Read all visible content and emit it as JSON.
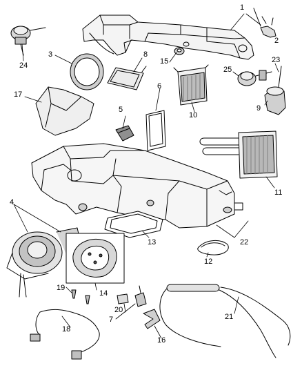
{
  "diagram": {
    "callouts": [
      "1",
      "2",
      "3",
      "4",
      "5",
      "6",
      "7",
      "8",
      "9",
      "10",
      "11",
      "12",
      "13",
      "14",
      "15",
      "16",
      "17",
      "18",
      "19",
      "20",
      "21",
      "22",
      "23",
      "24",
      "25"
    ]
  },
  "colors": {
    "line": "#000000",
    "shade": "#9a9a9a",
    "light": "#e6e6e6",
    "background": "#ffffff"
  }
}
